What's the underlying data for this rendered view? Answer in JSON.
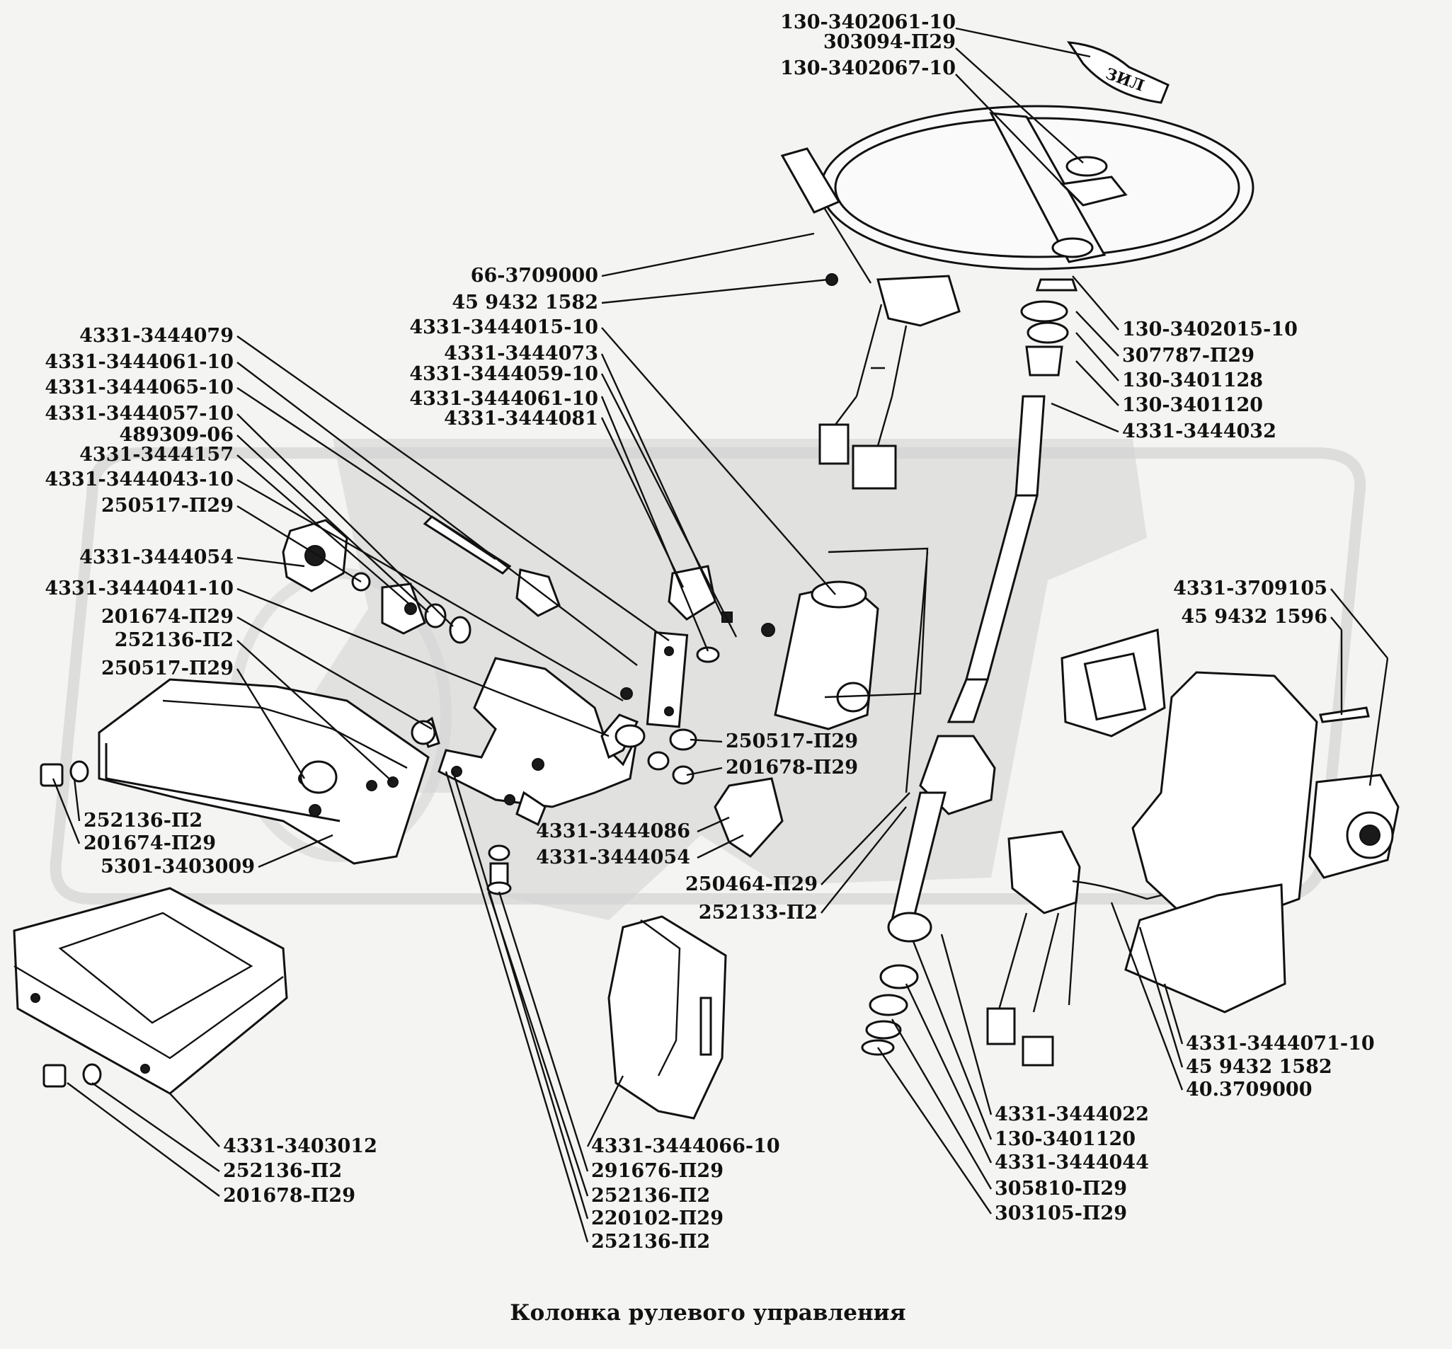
{
  "title": "Колонка рулевого управления",
  "labels": [
    {
      "id": "l01",
      "text": "130-3402061-10",
      "side": "left"
    },
    {
      "id": "l02",
      "text": "303094-П29",
      "side": "left"
    },
    {
      "id": "l03",
      "text": "130-3402067-10",
      "side": "left"
    },
    {
      "id": "l04",
      "text": "66-3709000",
      "side": "left"
    },
    {
      "id": "l05",
      "text": "45 9432 1582",
      "side": "left"
    },
    {
      "id": "l06",
      "text": "4331-3444015-10",
      "side": "left"
    },
    {
      "id": "l07",
      "text": "4331-3444073",
      "side": "left"
    },
    {
      "id": "l08",
      "text": "4331-3444059-10",
      "side": "left"
    },
    {
      "id": "l09",
      "text": "4331-3444061-10",
      "side": "left"
    },
    {
      "id": "l10",
      "text": "4331-3444081",
      "side": "left"
    },
    {
      "id": "l11",
      "text": "4331-3444079",
      "side": "left"
    },
    {
      "id": "l12",
      "text": "4331-3444061-10",
      "side": "left"
    },
    {
      "id": "l13",
      "text": "4331-3444065-10",
      "side": "left"
    },
    {
      "id": "l14",
      "text": "4331-3444057-10",
      "side": "left"
    },
    {
      "id": "l15",
      "text": "489309-06",
      "side": "left"
    },
    {
      "id": "l16",
      "text": "4331-3444157",
      "side": "left"
    },
    {
      "id": "l17",
      "text": "4331-3444043-10",
      "side": "left"
    },
    {
      "id": "l18",
      "text": "250517-П29",
      "side": "left"
    },
    {
      "id": "l19",
      "text": "4331-3444054",
      "side": "left"
    },
    {
      "id": "l20",
      "text": "4331-3444041-10",
      "side": "left"
    },
    {
      "id": "l21",
      "text": "201674-П29",
      "side": "left"
    },
    {
      "id": "l22",
      "text": "252136-П2",
      "side": "left"
    },
    {
      "id": "l23",
      "text": "250517-П29",
      "side": "left"
    },
    {
      "id": "l24",
      "text": "252136-П2",
      "side": "right"
    },
    {
      "id": "l25",
      "text": "201674-П29",
      "side": "right"
    },
    {
      "id": "l26",
      "text": "5301-3403009",
      "side": "left"
    },
    {
      "id": "l27",
      "text": "250517-П29",
      "side": "right"
    },
    {
      "id": "l28",
      "text": "201678-П29",
      "side": "right"
    },
    {
      "id": "l29",
      "text": "4331-3444086",
      "side": "left"
    },
    {
      "id": "l30",
      "text": "4331-3444054",
      "side": "left"
    },
    {
      "id": "l31",
      "text": "250464-П29",
      "side": "left"
    },
    {
      "id": "l32",
      "text": "252133-П2",
      "side": "left"
    },
    {
      "id": "l33",
      "text": "130-3402015-10",
      "side": "right"
    },
    {
      "id": "l34",
      "text": "307787-П29",
      "side": "right"
    },
    {
      "id": "l35",
      "text": "130-3401128",
      "side": "right"
    },
    {
      "id": "l36",
      "text": "130-3401120",
      "side": "right"
    },
    {
      "id": "l37",
      "text": "4331-3444032",
      "side": "right"
    },
    {
      "id": "l38",
      "text": "4331-3709105",
      "side": "left"
    },
    {
      "id": "l39",
      "text": "45 9432 1596",
      "side": "left"
    },
    {
      "id": "l40",
      "text": "4331-3444071-10",
      "side": "right"
    },
    {
      "id": "l41",
      "text": "45 9432 1582",
      "side": "right"
    },
    {
      "id": "l42",
      "text": "40.3709000",
      "side": "right"
    },
    {
      "id": "l43",
      "text": "4331-3444022",
      "side": "right"
    },
    {
      "id": "l44",
      "text": "130-3401120",
      "side": "right"
    },
    {
      "id": "l45",
      "text": "4331-3444044",
      "side": "right"
    },
    {
      "id": "l46",
      "text": "305810-П29",
      "side": "right"
    },
    {
      "id": "l47",
      "text": "303105-П29",
      "side": "right"
    },
    {
      "id": "l48",
      "text": "4331-3444066-10",
      "side": "right"
    },
    {
      "id": "l49",
      "text": "291676-П29",
      "side": "right"
    },
    {
      "id": "l50",
      "text": "252136-П2",
      "side": "right"
    },
    {
      "id": "l51",
      "text": "220102-П29",
      "side": "right"
    },
    {
      "id": "l52",
      "text": "252136-П2",
      "side": "right"
    },
    {
      "id": "l53",
      "text": "4331-3403012",
      "side": "right"
    },
    {
      "id": "l54",
      "text": "252136-П2",
      "side": "right"
    },
    {
      "id": "l55",
      "text": "201678-П29",
      "side": "right"
    }
  ],
  "colors": {
    "ink": "#111111",
    "paper": "#f4f4f2",
    "watermark": "#c9c9c9"
  }
}
